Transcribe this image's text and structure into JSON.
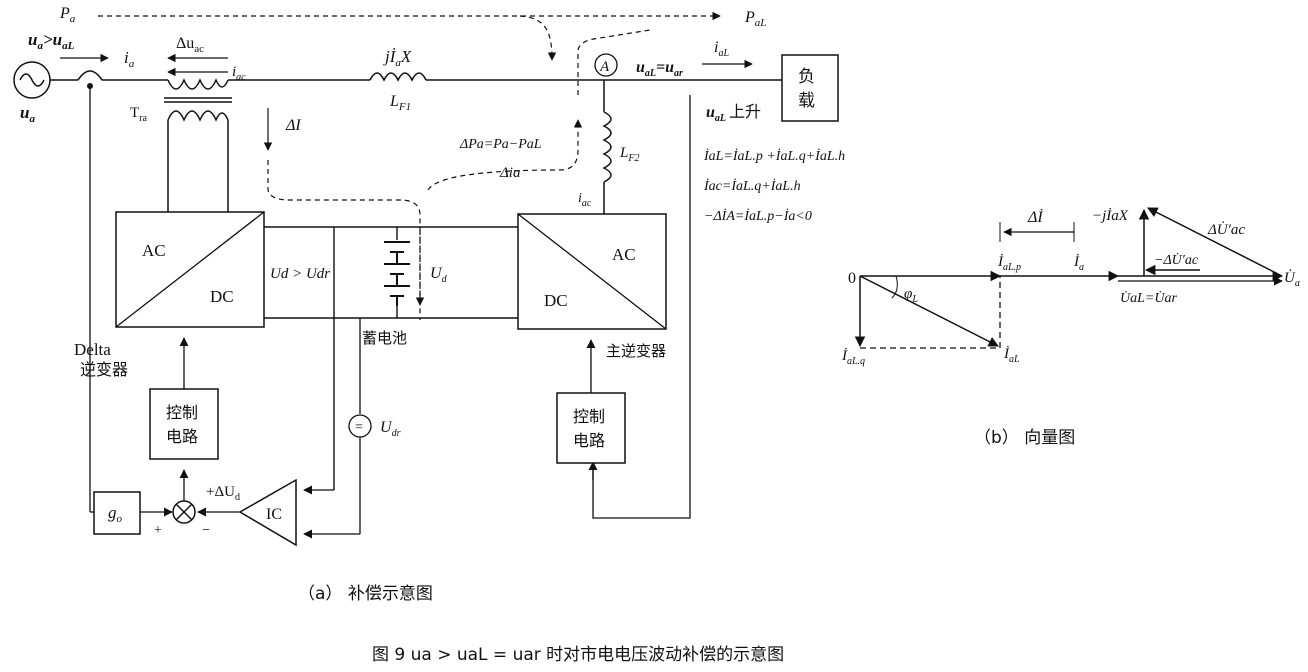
{
  "top_flow": {
    "p_a": "P",
    "p_a_sub": "a",
    "p_al": "P",
    "p_al_sub": "aL"
  },
  "source": {
    "ua_gt": "u",
    "ua_gt_mid": "a",
    "ua_gt_op": ">u",
    "ua_gt_sub": "aL",
    "ua_label": "u",
    "ua_label_sub": "a",
    "ia_label": "i",
    "ia_sub": "a"
  },
  "transformer": {
    "delta_u": "Δu",
    "delta_u_sub": "ac",
    "iac": "i",
    "iac_sub": "ac",
    "tra": "T",
    "tra_sub": "ra"
  },
  "line": {
    "jx": "jİ",
    "jx_sub": "a",
    "jx_x": "X",
    "lf1": "L",
    "lf1_sub": "F1",
    "meter": "A",
    "ual": "u",
    "ual_sub": "aL",
    "ual_eq": "=u",
    "ual_eq_sub": "ar",
    "ial": "i",
    "ial_sub": "aL"
  },
  "load": {
    "line1": "负",
    "line2": "载"
  },
  "ual_rise": {
    "u": "u",
    "sub": "aL",
    "rest": "上升"
  },
  "equations": {
    "e1": "İaL=İaL.p +İaL.q+İaL.h",
    "e2": "İac=İaL.q+İaL.h",
    "e3": "−ΔİA=İaL.p−İa<0"
  },
  "delta_i": "ΔI",
  "delta_p": "ΔPa=Pa−PaL",
  "delta_ia": "Δia",
  "lf2": {
    "l": "L",
    "sub": "F2"
  },
  "iac2": {
    "i": "i",
    "sub": "ac"
  },
  "left_converter": {
    "ac": "AC",
    "dc": "DC",
    "name1": "Delta",
    "name2": "逆变器"
  },
  "right_converter": {
    "ac": "AC",
    "dc": "DC",
    "name": "主逆变器"
  },
  "dc_link": {
    "ud_cmp": "Ud > Udr",
    "ud": "U",
    "ud_sub": "d",
    "battery": "蓄电池",
    "udr": "U",
    "udr_sub": "dr"
  },
  "control_left": {
    "line1": "控制",
    "line2": "电路"
  },
  "control_right": {
    "line1": "控制",
    "line2": "电路"
  },
  "feedback": {
    "g0": "g",
    "g0_sub": "o",
    "plus": "+",
    "minus": "−",
    "delta_ud": "+ΔU",
    "delta_ud_sub": "d",
    "ic": "IC"
  },
  "caption_a": "（a）  补偿示意图",
  "vector": {
    "origin": "0",
    "phi": "φ",
    "phi_sub": "L",
    "delta_i": "Δİ",
    "ialp": "İ",
    "ialp_sub": "aL.p",
    "ia": "İ",
    "ia_sub": "a",
    "ua": "U̇",
    "ua_sub": "a",
    "ual": "U̇aL=U̇ar",
    "ialq": "İ",
    "ialq_sub": "aL.q",
    "ial": "İ",
    "ial_sub": "aL",
    "jx": "−jİaX",
    "duac1": "ΔU̇′ac",
    "duac2": "−ΔU̇′ac"
  },
  "caption_b": "（b）  向量图",
  "figure_caption": "图 9    ua > uaL = uar 时对市电电压波动补偿的示意图"
}
